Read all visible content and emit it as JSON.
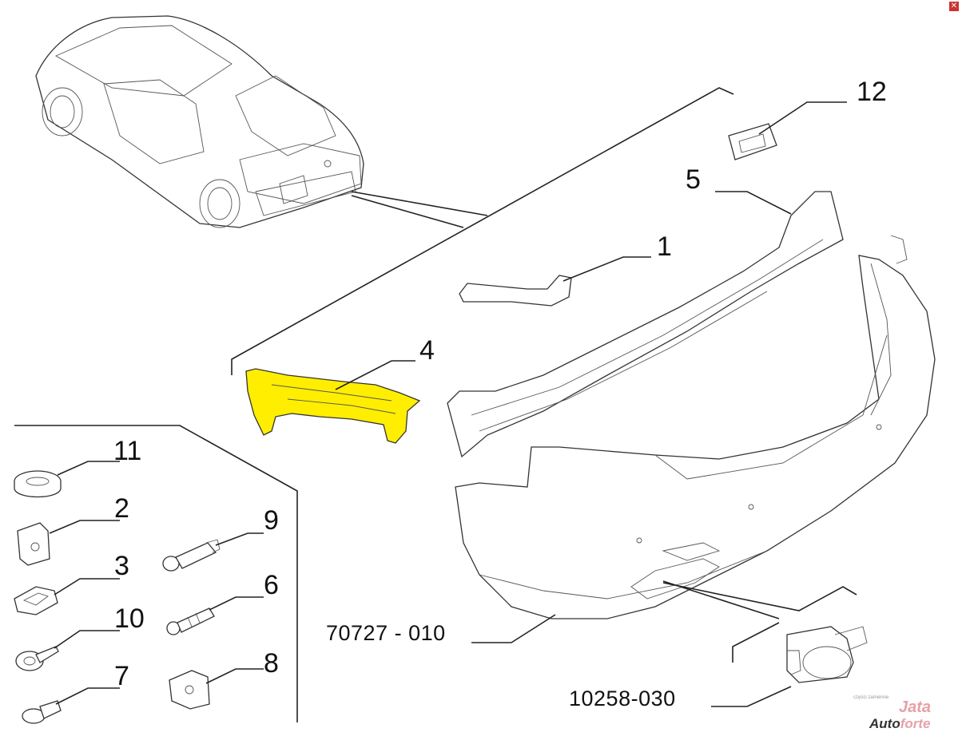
{
  "diagram": {
    "callouts": [
      "1",
      "2",
      "3",
      "4",
      "5",
      "6",
      "7",
      "8",
      "9",
      "10",
      "11",
      "12"
    ],
    "part_numbers": [
      "70727 - 010",
      "10258-030"
    ],
    "highlight_color": "#ffee00",
    "line_color": "#222222"
  },
  "watermark": {
    "brand_top": "Jata",
    "brand_bottom": "Auto",
    "brand_suffix": "forte",
    "tagline": "części zamienne",
    "brand_color": "#e8a0a8"
  },
  "close_icon": "close-icon"
}
